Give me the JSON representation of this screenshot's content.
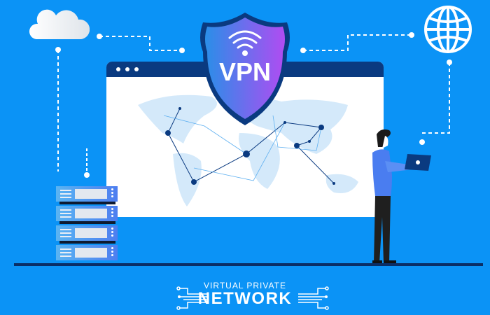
{
  "badge": {
    "label": "VPN"
  },
  "footer": {
    "line1": "VIRTUAL PRIVATE",
    "line2": "NETWORK"
  },
  "colors": {
    "background": "#0b93f6",
    "window_bar": "#0a3a80",
    "shield_from": "#2a8ee8",
    "shield_to": "#b04cf2",
    "map": "#d4e9fa",
    "link": "#0a3a80"
  },
  "icons": [
    "cloud-icon",
    "globe-icon",
    "server-rack-icon",
    "wifi-icon",
    "laptop-icon",
    "circuit-icon"
  ],
  "servers": [
    {
      "id": 1
    },
    {
      "id": 2
    },
    {
      "id": 3
    },
    {
      "id": 4
    }
  ]
}
